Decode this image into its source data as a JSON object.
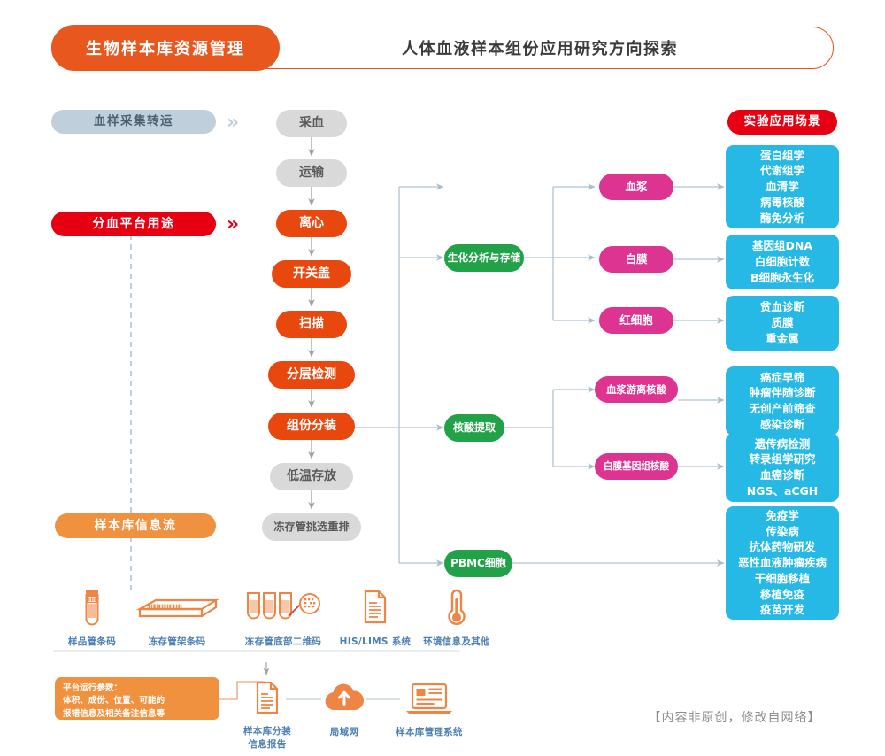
{
  "header": {
    "pill_label": "生物样本库资源管理",
    "title": "人体血液样本组份应用研究方向探索"
  },
  "section_labels": {
    "collection": "血样采集转运",
    "platform_use": "分血平台用途",
    "info_flow": "样本库信息流",
    "application": "实验应用场景"
  },
  "chevrons": {
    "top": "»",
    "middle": "»"
  },
  "workflow": [
    {
      "label": "采血",
      "style": "grey"
    },
    {
      "label": "运输",
      "style": "grey"
    },
    {
      "label": "离心",
      "style": "orange"
    },
    {
      "label": "开关盖",
      "style": "orange"
    },
    {
      "label": "扫描",
      "style": "orange"
    },
    {
      "label": "分层检测",
      "style": "orange"
    },
    {
      "label": "组份分装",
      "style": "orange"
    },
    {
      "label": "低温存放",
      "style": "grey"
    },
    {
      "label": "冻存管挑选重排",
      "style": "grey"
    }
  ],
  "branches": [
    {
      "label": "生化分析与存储"
    },
    {
      "label": "核酸提取"
    },
    {
      "label": "PBMC细胞"
    }
  ],
  "fractions": [
    {
      "label": "血浆"
    },
    {
      "label": "白膜"
    },
    {
      "label": "红细胞"
    },
    {
      "label": "血浆游离核酸"
    },
    {
      "label": "白膜基因组核酸"
    }
  ],
  "applications": [
    {
      "lines": [
        "蛋白组学",
        "代谢组学",
        "血清学",
        "病毒核酸",
        "酶免分析"
      ]
    },
    {
      "lines": [
        "基因组DNA",
        "白细胞计数",
        "B细胞永生化"
      ]
    },
    {
      "lines": [
        "贫血诊断",
        "质膜",
        "重金属"
      ]
    },
    {
      "lines": [
        "癌症早筛",
        "肿瘤伴随诊断",
        "无创产前筛查",
        "感染诊断"
      ]
    },
    {
      "lines": [
        "遗传病检测",
        "转录组学研究",
        "血癌诊断",
        "NGS、aCGH"
      ]
    },
    {
      "lines": [
        "免疫学",
        "传染病",
        "抗体药物研发",
        "恶性血液肿瘤疾病",
        "干细胞移植",
        "移植免疫",
        "疫苗开发"
      ]
    }
  ],
  "info_icons": [
    {
      "icon": "sample-tube-barcode-icon",
      "caption": "样品管条码",
      "caption2": ""
    },
    {
      "icon": "cryo-rack-barcode-icon",
      "caption": "冻存管架条码",
      "caption2": ""
    },
    {
      "icon": "cryo-tube-datamatrix-icon",
      "caption": "冻存管底部二维码",
      "caption2": ""
    },
    {
      "icon": "document-icon",
      "caption": "HIS/LIMS 系统",
      "caption2": ""
    },
    {
      "icon": "thermometer-icon",
      "caption": "环境信息及其他",
      "caption2": ""
    }
  ],
  "param_box": {
    "line1": "平台运行参数：",
    "line2": "体积、成份、位置、可能的",
    "line3": "报错信息及相关备注信息等"
  },
  "bottom_flow": [
    {
      "icon": "report-document-icon",
      "caption": "样本库分装",
      "caption2": "信息报告"
    },
    {
      "icon": "cloud-upload-icon",
      "caption": "局域网",
      "caption2": ""
    },
    {
      "icon": "laptop-icon",
      "caption": "样本库管理系统",
      "caption2": ""
    }
  ],
  "footnote": "【内容非原创，修改自网络】",
  "colors": {
    "orange": "#E8480E",
    "orange_soft": "#F0913F",
    "red": "#E60012",
    "green": "#21A249",
    "pink": "#DD3391",
    "blue": "#27B9E5",
    "grey": "#D9D9D9",
    "grey_blue": "#BFD0DC",
    "connector": "#AFC3D2",
    "caption_blue": "#4C7FB4"
  }
}
